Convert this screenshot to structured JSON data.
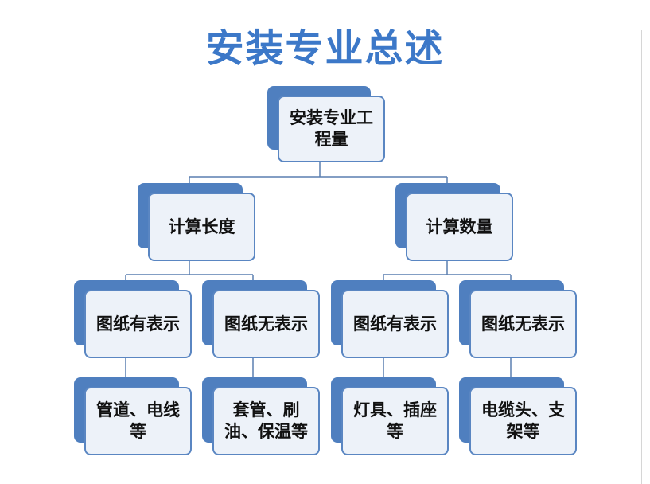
{
  "title": "安装专业总述",
  "colors": {
    "title": "#3c78c8",
    "node_shadow": "#4f7fbf",
    "node_fill": "#edf2f9",
    "node_border": "#5a86c2",
    "connector": "#5a7fb0"
  },
  "tree": {
    "root": {
      "label": "安装专业工程量"
    },
    "branches": [
      {
        "label": "计算长度",
        "children": [
          {
            "label": "图纸有表示",
            "leaf": "管道、电线等"
          },
          {
            "label": "图纸无表示",
            "leaf": "套管、刷油、保温等"
          }
        ]
      },
      {
        "label": "计算数量",
        "children": [
          {
            "label": "图纸有表示",
            "leaf": "灯具、插座等"
          },
          {
            "label": "图纸无表示",
            "leaf": "电缆头、支架等"
          }
        ]
      }
    ]
  }
}
